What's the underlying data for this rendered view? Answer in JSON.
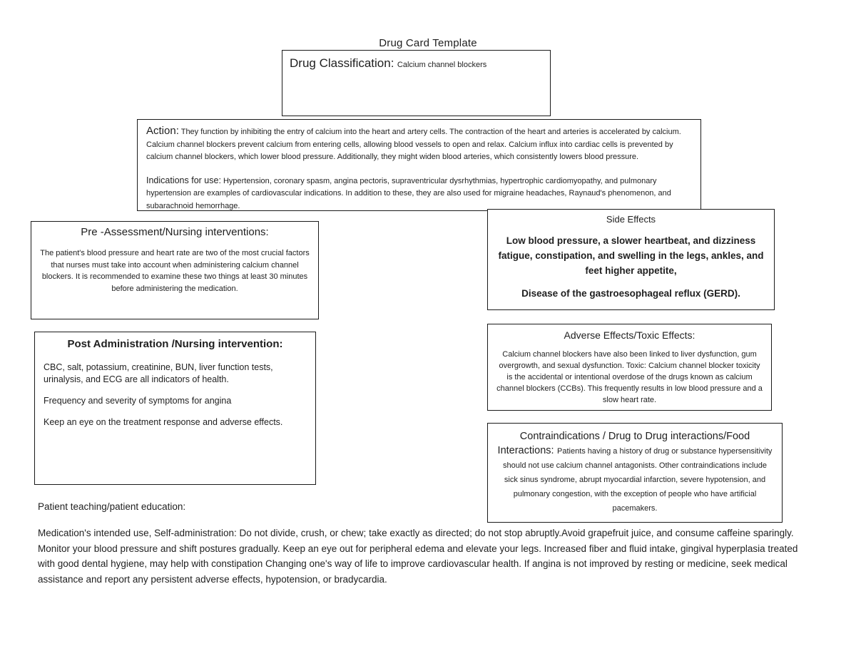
{
  "document": {
    "title": "Drug Card Template"
  },
  "classification": {
    "label": "Drug Classification:",
    "value": "Calcium channel blockers"
  },
  "action": {
    "label": "Action:",
    "body": "They function by inhibiting the entry of calcium into the heart and artery cells. The contraction of the heart and arteries is accelerated by calcium. Calcium channel blockers prevent calcium from entering cells, allowing blood vessels to open and relax. Calcium influx into cardiac cells is prevented by calcium channel blockers, which lower blood pressure. Additionally, they might widen blood arteries, which consistently lowers blood pressure.",
    "indications_label": "Indications for use:",
    "indications_body": "Hypertension, coronary spasm, angina pectoris, supraventricular dysrhythmias, hypertrophic cardiomyopathy, and pulmonary hypertension are examples of cardiovascular indications. In addition to these, they are also used for migraine headaches, Raynaud's phenomenon, and subarachnoid hemorrhage."
  },
  "pre_assessment": {
    "title": "Pre -Assessment/Nursing interventions:",
    "body": "The patient's blood pressure and heart rate are two of the most crucial factors that nurses must take into account when administering calcium channel blockers. It is recommended to examine these two things at least 30 minutes before administering the medication."
  },
  "side_effects": {
    "title": "Side Effects",
    "body1": "Low blood pressure, a slower heartbeat, and dizziness fatigue, constipation, and swelling in the legs, ankles, and feet higher appetite,",
    "body2": "Disease of the gastroesophageal reflux (GERD)."
  },
  "post_administration": {
    "title": "Post Administration /Nursing intervention:",
    "p1": "CBC, salt, potassium, creatinine, BUN, liver function tests, urinalysis, and ECG are all indicators of health.",
    "p2": "Frequency and severity of symptoms for angina",
    "p3": "Keep an eye on the treatment response and adverse effects."
  },
  "adverse_effects": {
    "title": "Adverse Effects/Toxic Effects:",
    "body": "Calcium channel blockers have also been linked to liver dysfunction, gum overgrowth, and sexual dysfunction. Toxic: Calcium channel blocker toxicity is the accidental or intentional overdose of the drugs known as calcium channel blockers (CCBs). This frequently results in low blood pressure and a slow heart rate."
  },
  "contraindications": {
    "title": "Contraindications / Drug to Drug interactions/Food Interactions:",
    "body": "Patients having a history of drug or substance hypersensitivity should not use calcium channel antagonists. Other contraindications include sick sinus syndrome, abrupt myocardial infarction, severe hypotension, and pulmonary congestion, with the exception of people who have artificial pacemakers."
  },
  "patient_teaching": {
    "title": "Patient teaching/patient education:",
    "body": "Medication's intended use, Self-administration: Do not divide, crush, or chew; take exactly as directed; do not stop abruptly.Avoid grapefruit juice, and consume caffeine sparingly. Monitor your blood pressure and shift postures gradually. Keep an eye out for peripheral edema and elevate your legs. Increased fiber and fluid intake, gingival hyperplasia treated with good dental hygiene, may help with constipation Changing one's way of life to improve cardiovascular health. If angina is not improved by resting or medicine, seek medical assistance and report any persistent adverse effects, hypotension, or bradycardia."
  }
}
